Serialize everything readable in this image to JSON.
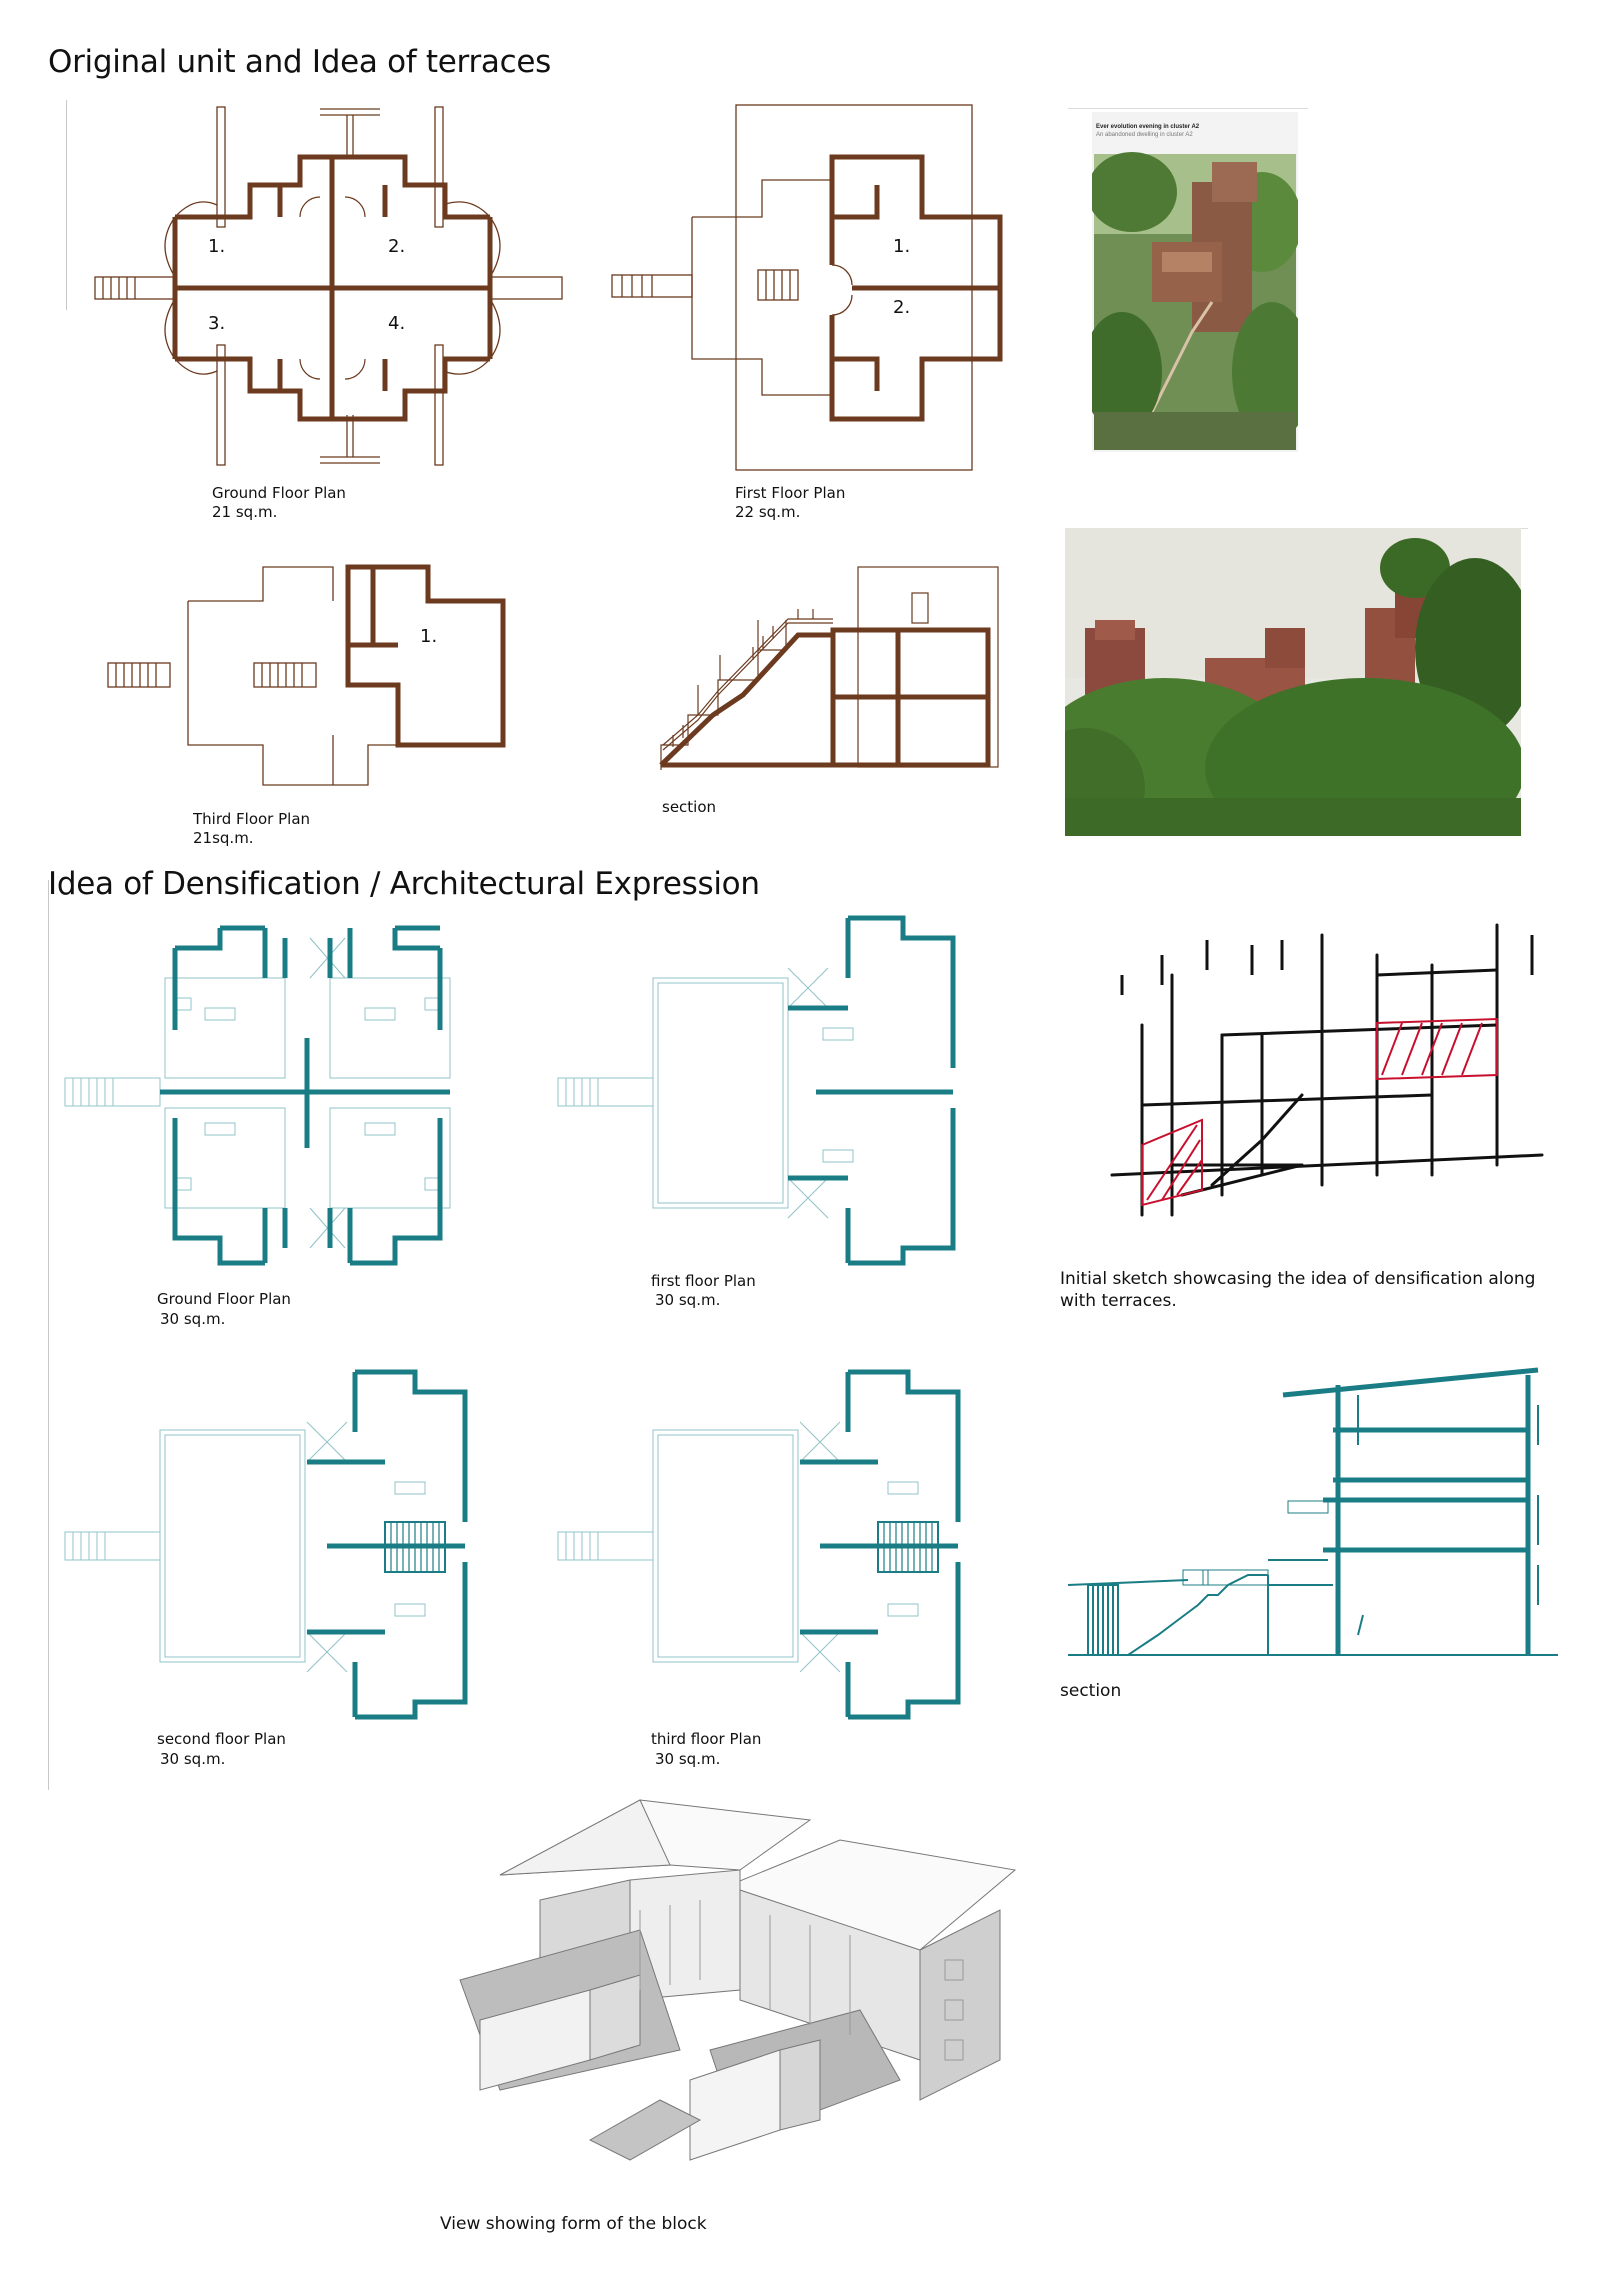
{
  "section1": {
    "title": "Original unit and Idea of terraces",
    "ground_floor": {
      "name": "Ground Floor Plan",
      "area": "21 sq.m.",
      "units": [
        "1.",
        "2.",
        "3.",
        "4."
      ]
    },
    "first_floor": {
      "name": "First Floor Plan",
      "area": "22 sq.m.",
      "units": [
        "1.",
        "2."
      ]
    },
    "third_floor": {
      "name": "Third Floor Plan",
      "area": "21sq.m.",
      "units": [
        "1."
      ]
    },
    "section_label": "section",
    "photo1_caption_line1": "Ever evolution evening in cluster A2",
    "photo1_caption_line2": "An abandoned dwelling in cluster A2"
  },
  "section2": {
    "title": "Idea of Densification / Architectural Expression",
    "ground_floor": {
      "name": "Ground Floor Plan",
      "area": "30 sq.m."
    },
    "first_floor": {
      "name": "first floor Plan",
      "area": "30 sq.m."
    },
    "second_floor": {
      "name": "second floor Plan",
      "area": "30 sq.m."
    },
    "third_floor": {
      "name": "third floor Plan",
      "area": "30 sq.m."
    },
    "sketch_caption": "Initial sketch showcasing the idea of densification along with terraces.",
    "section_label": "section",
    "axo_caption": "View showing form of the block"
  },
  "colors": {
    "brown": "#6b3a1f",
    "teal": "#1a7d86",
    "teal_light": "#8fc3c8",
    "sketch_red": "#c8102e"
  }
}
